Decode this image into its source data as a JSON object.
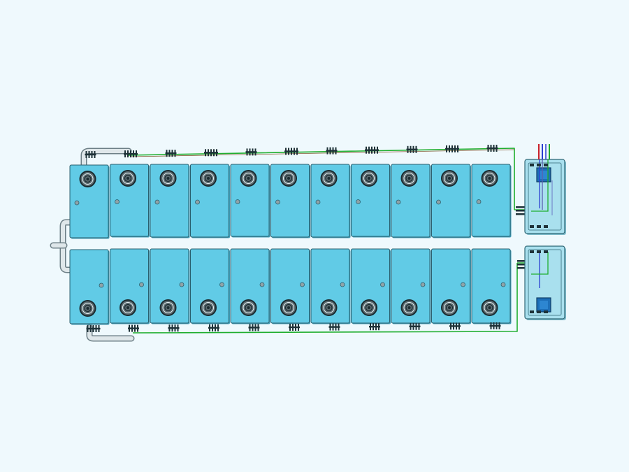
{
  "canvas": {
    "background": "#eff9fd"
  },
  "colors": {
    "module_fill": "#61cbe6",
    "module_stroke": "#2a5f6e",
    "module_shadow": "#3e9cb6",
    "fan_ring": "#1b2b30",
    "fan_body": "#5c6b70",
    "knob": "#8fa3a8",
    "connector": "#1e3238",
    "wire_green": "#1fae2e",
    "wire_red": "#c8202a",
    "wire_blue": "#2a3fd0",
    "pipe_fill": "#dfe7ea",
    "pipe_stroke": "#6d7f86",
    "controller_fill": "#a9e0ee",
    "controller_stroke": "#2f6776",
    "controller_chip": "#1d6fb8"
  },
  "layout": {
    "rows": 2,
    "modules_per_row": 11,
    "controller_units": 2
  },
  "parts": {
    "module": "battery-module",
    "fan": "cooling-fan-icon",
    "knob": "vent-plug-icon",
    "connector": "terminal-connector-icon",
    "pipe": "coolant-pipe",
    "controller": "control-box",
    "chip": "control-chip-icon",
    "wires": [
      "red-lead",
      "blue-lead",
      "green-lead"
    ]
  }
}
